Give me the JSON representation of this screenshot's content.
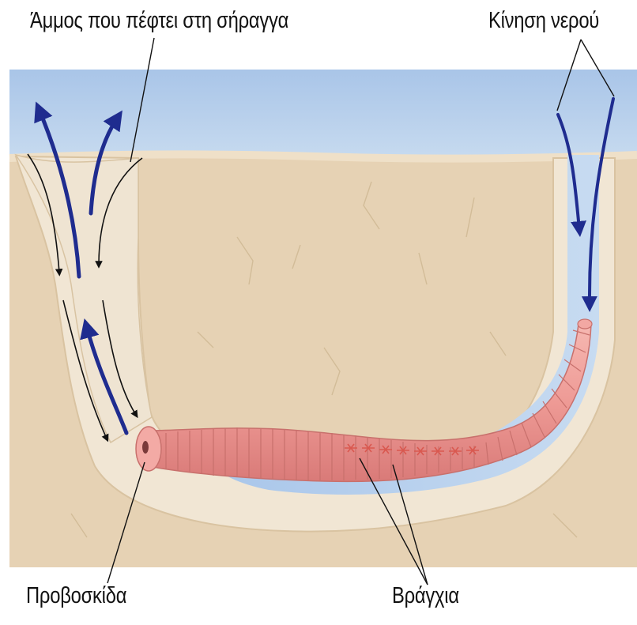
{
  "labels": {
    "sand_falling": "Άμμος που πέφτει στη σήραγγα",
    "water_movement": "Κίνηση νερού",
    "proboscis": "Προβοσκίδα",
    "gills": "Βράγχια"
  },
  "colors": {
    "water": "#b8d1ec",
    "sand": "#e6d2b4",
    "burrow_wall": "#f1e6d4",
    "worm": "#f2a4a0",
    "flow_arrow": "#1f2c8f",
    "sand_arrow": "#111111"
  }
}
